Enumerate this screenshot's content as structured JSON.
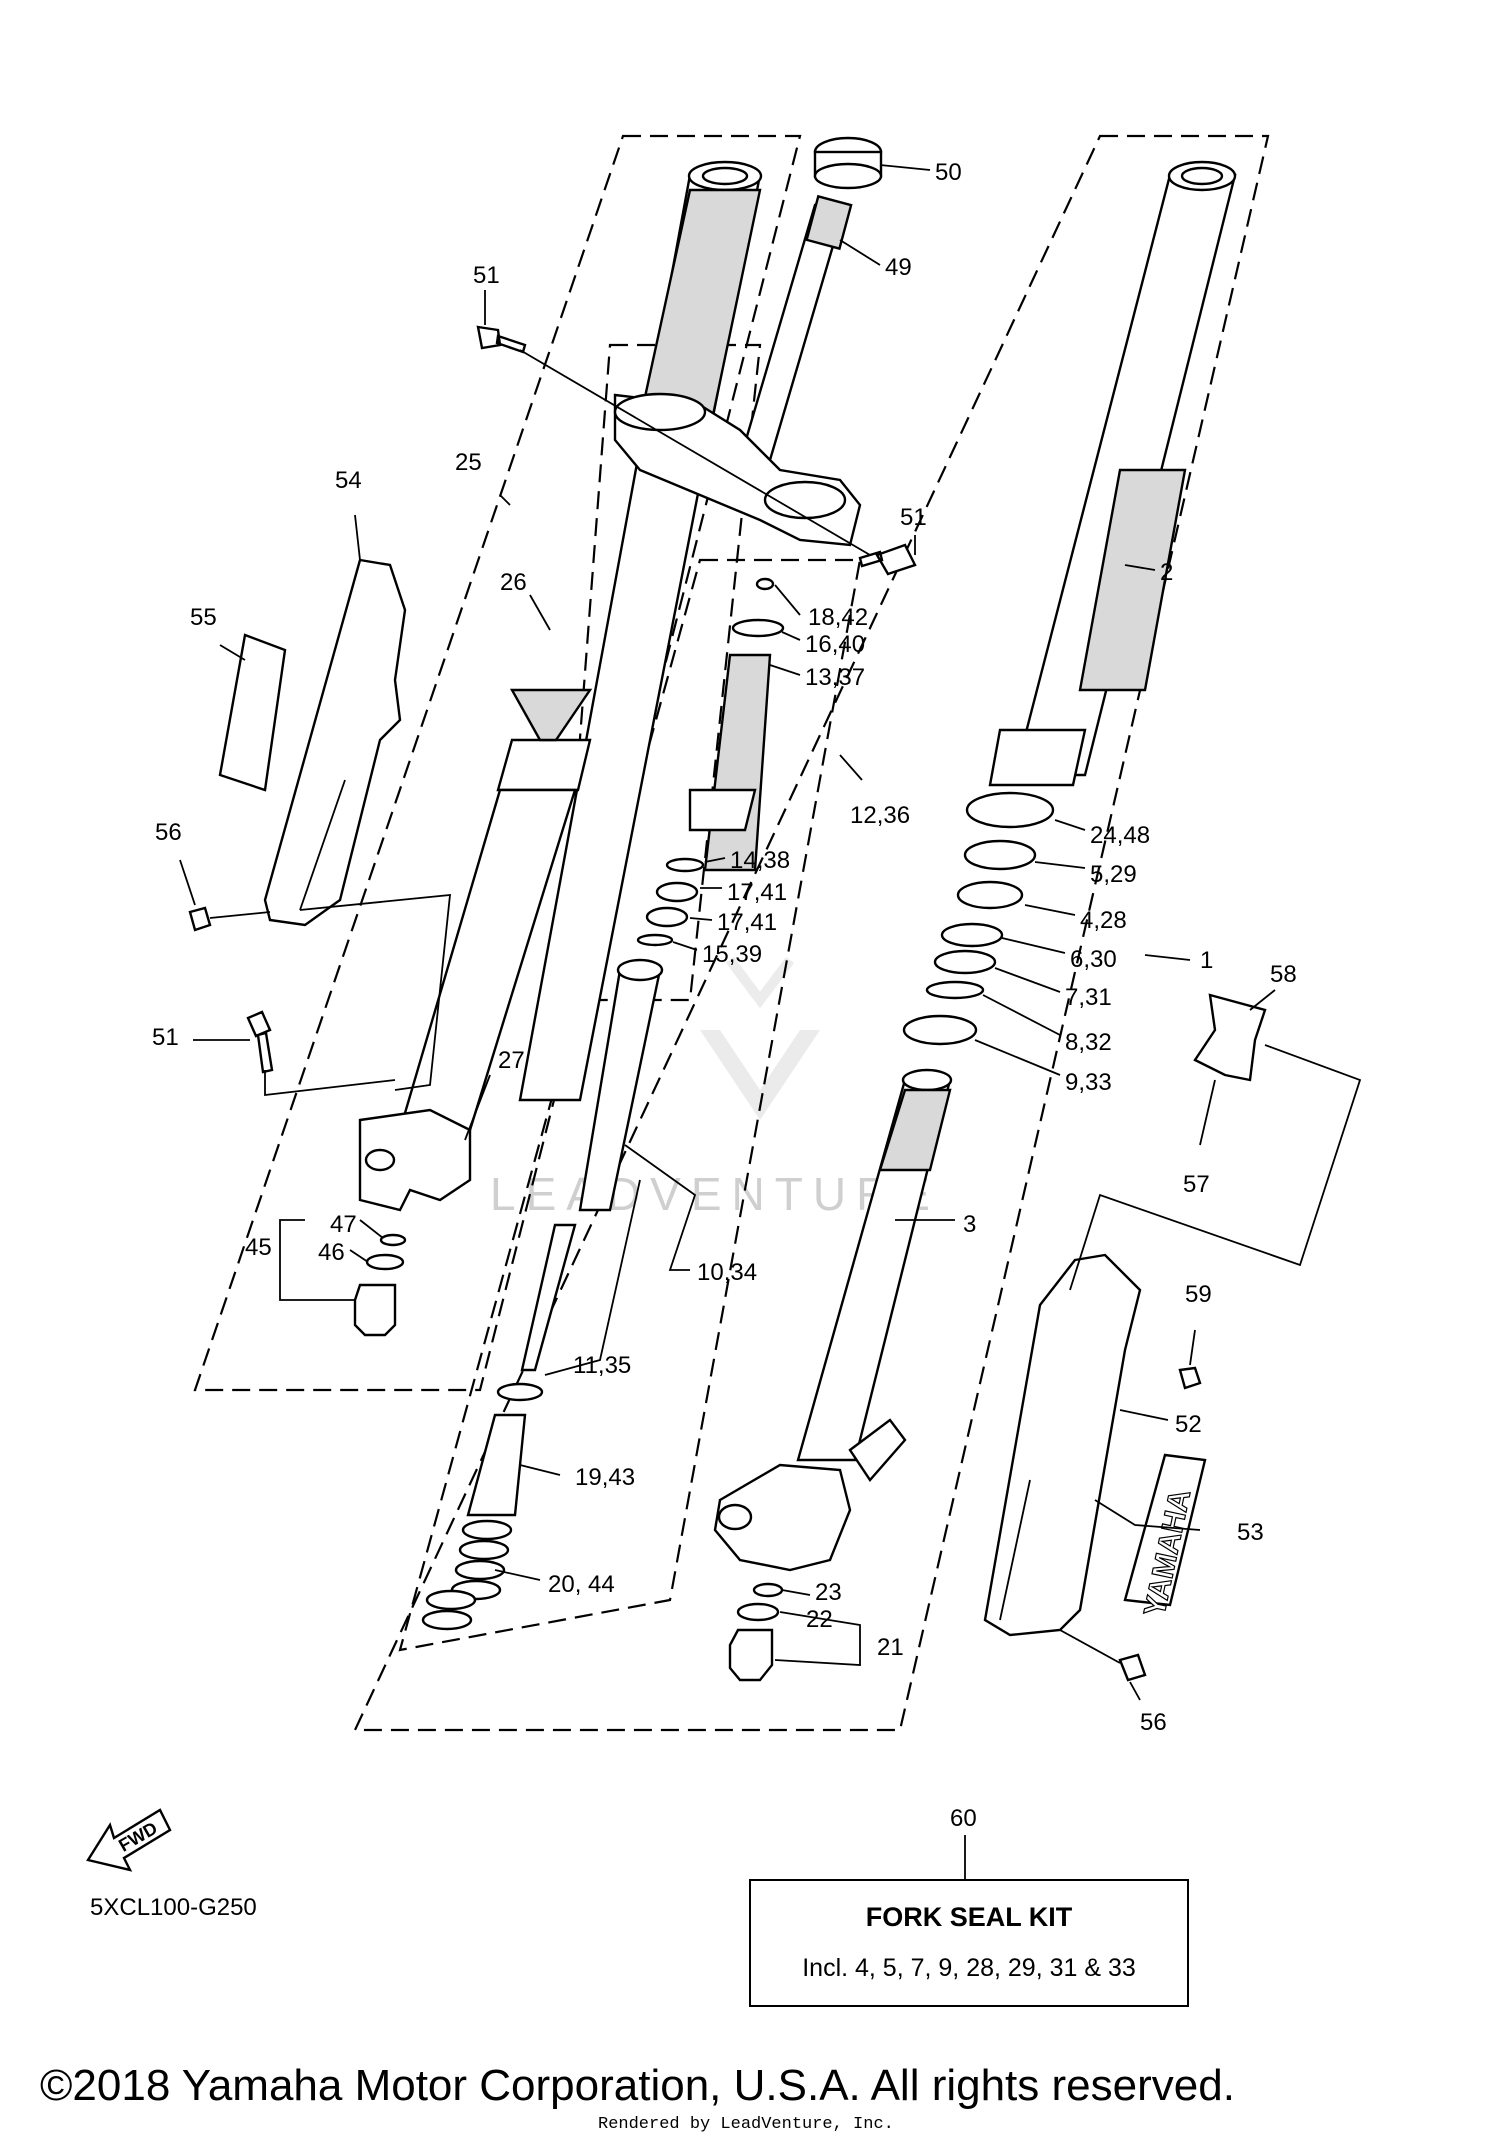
{
  "diagram": {
    "callouts": {
      "c1": "1",
      "c2": "2",
      "c3": "3",
      "c4_28": "4,28",
      "c5_29": "5,29",
      "c6_30": "6,30",
      "c7_31": "7,31",
      "c8_32": "8,32",
      "c9_33": "9,33",
      "c10_34": "10,34",
      "c11_35": "11,35",
      "c12_36": "12,36",
      "c13_37": "13,37",
      "c14_38": "14,38",
      "c15_39": "15,39",
      "c16_40": "16,40",
      "c17_41a": "17,41",
      "c17_41b": "17,41",
      "c18_42": "18,42",
      "c19_43": "19,43",
      "c20_44": "20, 44",
      "c21": "21",
      "c22": "22",
      "c23": "23",
      "c24_48": "24,48",
      "c25": "25",
      "c26": "26",
      "c27": "27",
      "c45": "45",
      "c46": "46",
      "c47": "47",
      "c49": "49",
      "c50": "50",
      "c51a": "51",
      "c51b": "51",
      "c51c": "51",
      "c52": "52",
      "c53": "53",
      "c54": "54",
      "c55": "55",
      "c56a": "56",
      "c56b": "56",
      "c57": "57",
      "c58": "58",
      "c59": "59",
      "c60": "60"
    },
    "fwd_label": "FWD",
    "brand_decal": "YAMAHA",
    "watermark": "LEADVENTURE",
    "diagram_code": "5XCL100-G250",
    "kit": {
      "title": "FORK SEAL KIT",
      "contents": "Incl. 4, 5, 7, 9, 28, 29, 31 & 33"
    },
    "copyright": "©2018 Yamaha Motor Corporation, U.S.A. All rights reserved.",
    "rendered_by": "Rendered by LeadVenture, Inc."
  }
}
